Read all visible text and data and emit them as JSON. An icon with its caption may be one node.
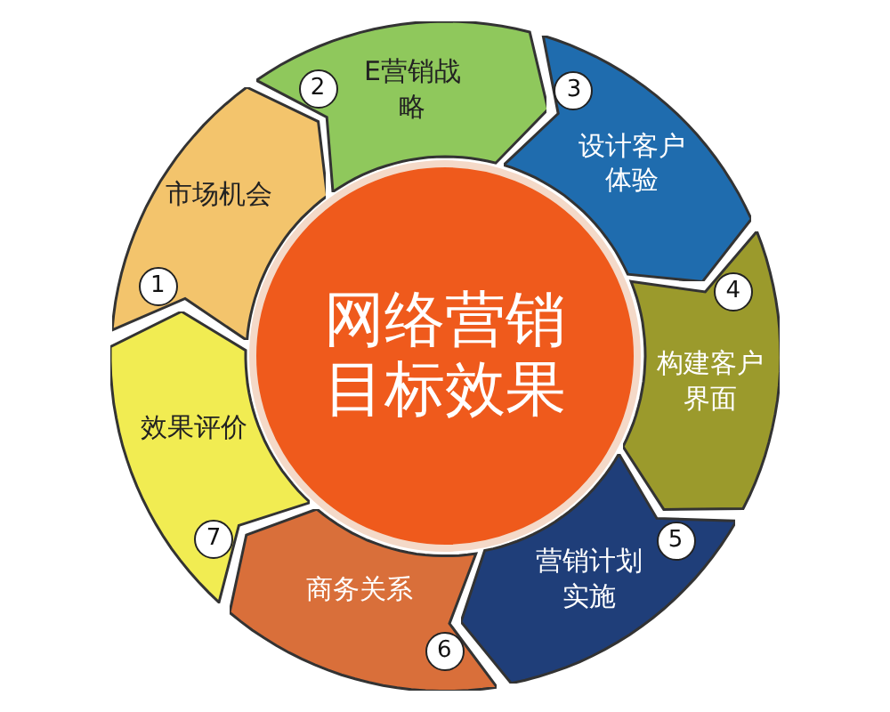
{
  "diagram": {
    "nodes": [
      {
        "text": [
          "网络营销目标效果"
        ]
      },
      {
        "text": [
          "市场机会"
        ]
      },
      {
        "text": [
          "1"
        ],
        "in": 1
      },
      {
        "text": [
          "E营销战略"
        ]
      },
      {
        "text": [
          "2"
        ],
        "in": 3
      },
      {
        "text": [
          "设计客户体验"
        ]
      },
      {
        "text": [
          "3"
        ],
        "in": 5
      },
      {
        "text": [
          "构建客户界面"
        ]
      },
      {
        "text": [
          "4"
        ],
        "in": 7
      },
      {
        "text": [
          "营销计划实施"
        ]
      },
      {
        "text": [
          "5"
        ],
        "in": 9
      },
      {
        "text": [
          "商务关系"
        ]
      },
      {
        "text": [
          "6"
        ],
        "in": 11
      },
      {
        "text": [
          "效果评价"
        ]
      },
      {
        "text": [
          "7"
        ],
        "in": 13
      }
    ]
  }
}
